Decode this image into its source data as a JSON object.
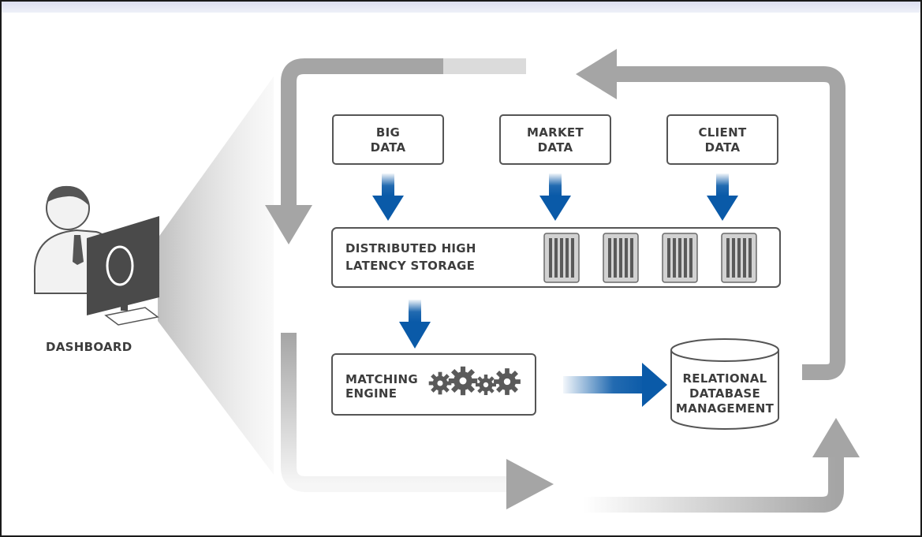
{
  "dashboard": {
    "label": "DASHBOARD"
  },
  "sources": [
    {
      "line1": "BIG",
      "line2": "DATA"
    },
    {
      "line1": "MARKET",
      "line2": "DATA"
    },
    {
      "line1": "CLIENT",
      "line2": "DATA"
    }
  ],
  "storage": {
    "line1": "DISTRIBUTED HIGH",
    "line2": "LATENCY STORAGE",
    "server_count": 4
  },
  "engine": {
    "line1": "MATCHING",
    "line2": "ENGINE",
    "gear_count": 4
  },
  "database": {
    "line1": "RELATIONAL",
    "line2": "DATABASE",
    "line3": "MANAGEMENT"
  },
  "colors": {
    "accent_blue": "#0a5aa8",
    "loop_gray": "#a5a5a5",
    "outline": "#555555",
    "text": "#3d3d3d"
  }
}
